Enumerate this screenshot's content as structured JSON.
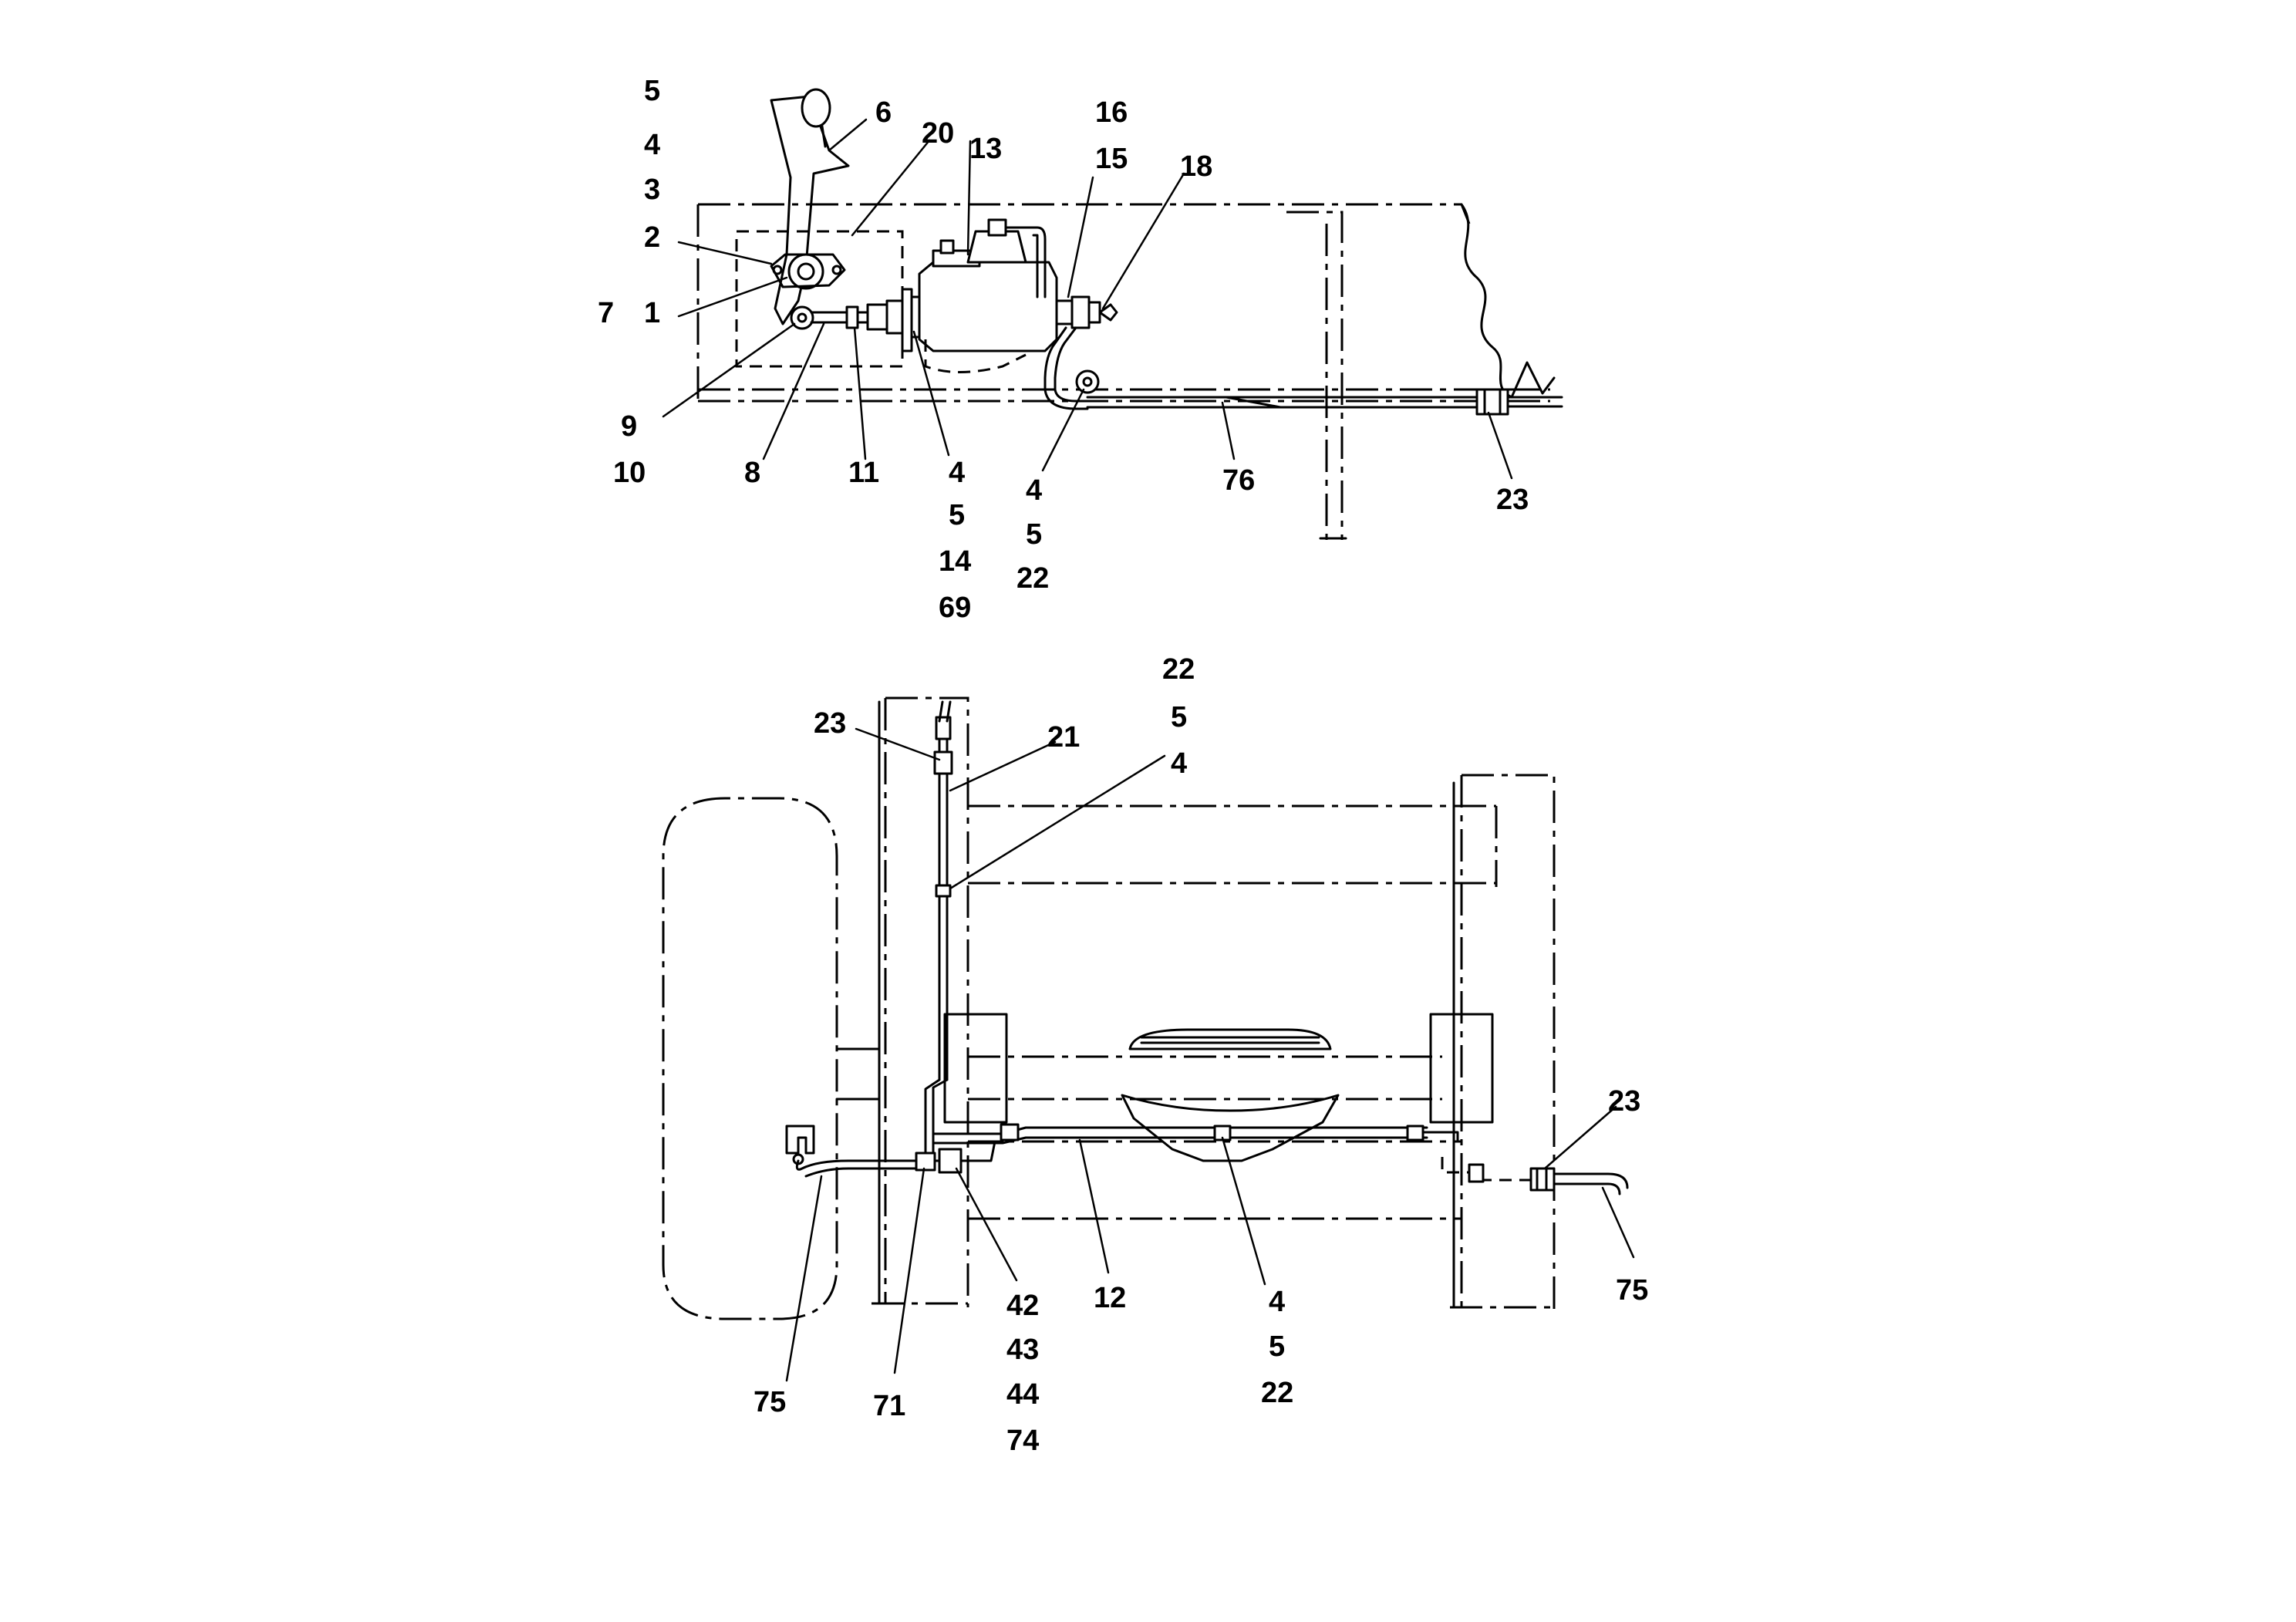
{
  "top_view": {
    "labels": [
      "5",
      "4",
      "3",
      "2",
      "1",
      "7",
      "6",
      "20",
      "13",
      "16",
      "15",
      "18",
      "9",
      "10",
      "8",
      "11",
      "4",
      "5",
      "14",
      "69",
      "4",
      "5",
      "22",
      "76",
      "23"
    ]
  },
  "bottom_view": {
    "labels": [
      "22",
      "5",
      "4",
      "23",
      "21",
      "23",
      "75",
      "75",
      "71",
      "42",
      "43",
      "44",
      "74",
      "12",
      "4",
      "5",
      "22"
    ]
  }
}
